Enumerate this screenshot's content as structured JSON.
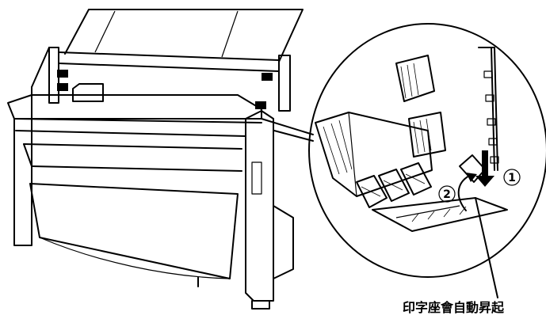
{
  "diagram": {
    "steps": [
      {
        "number": "1"
      },
      {
        "number": "2"
      }
    ],
    "caption": "印字座會自動昇起"
  }
}
